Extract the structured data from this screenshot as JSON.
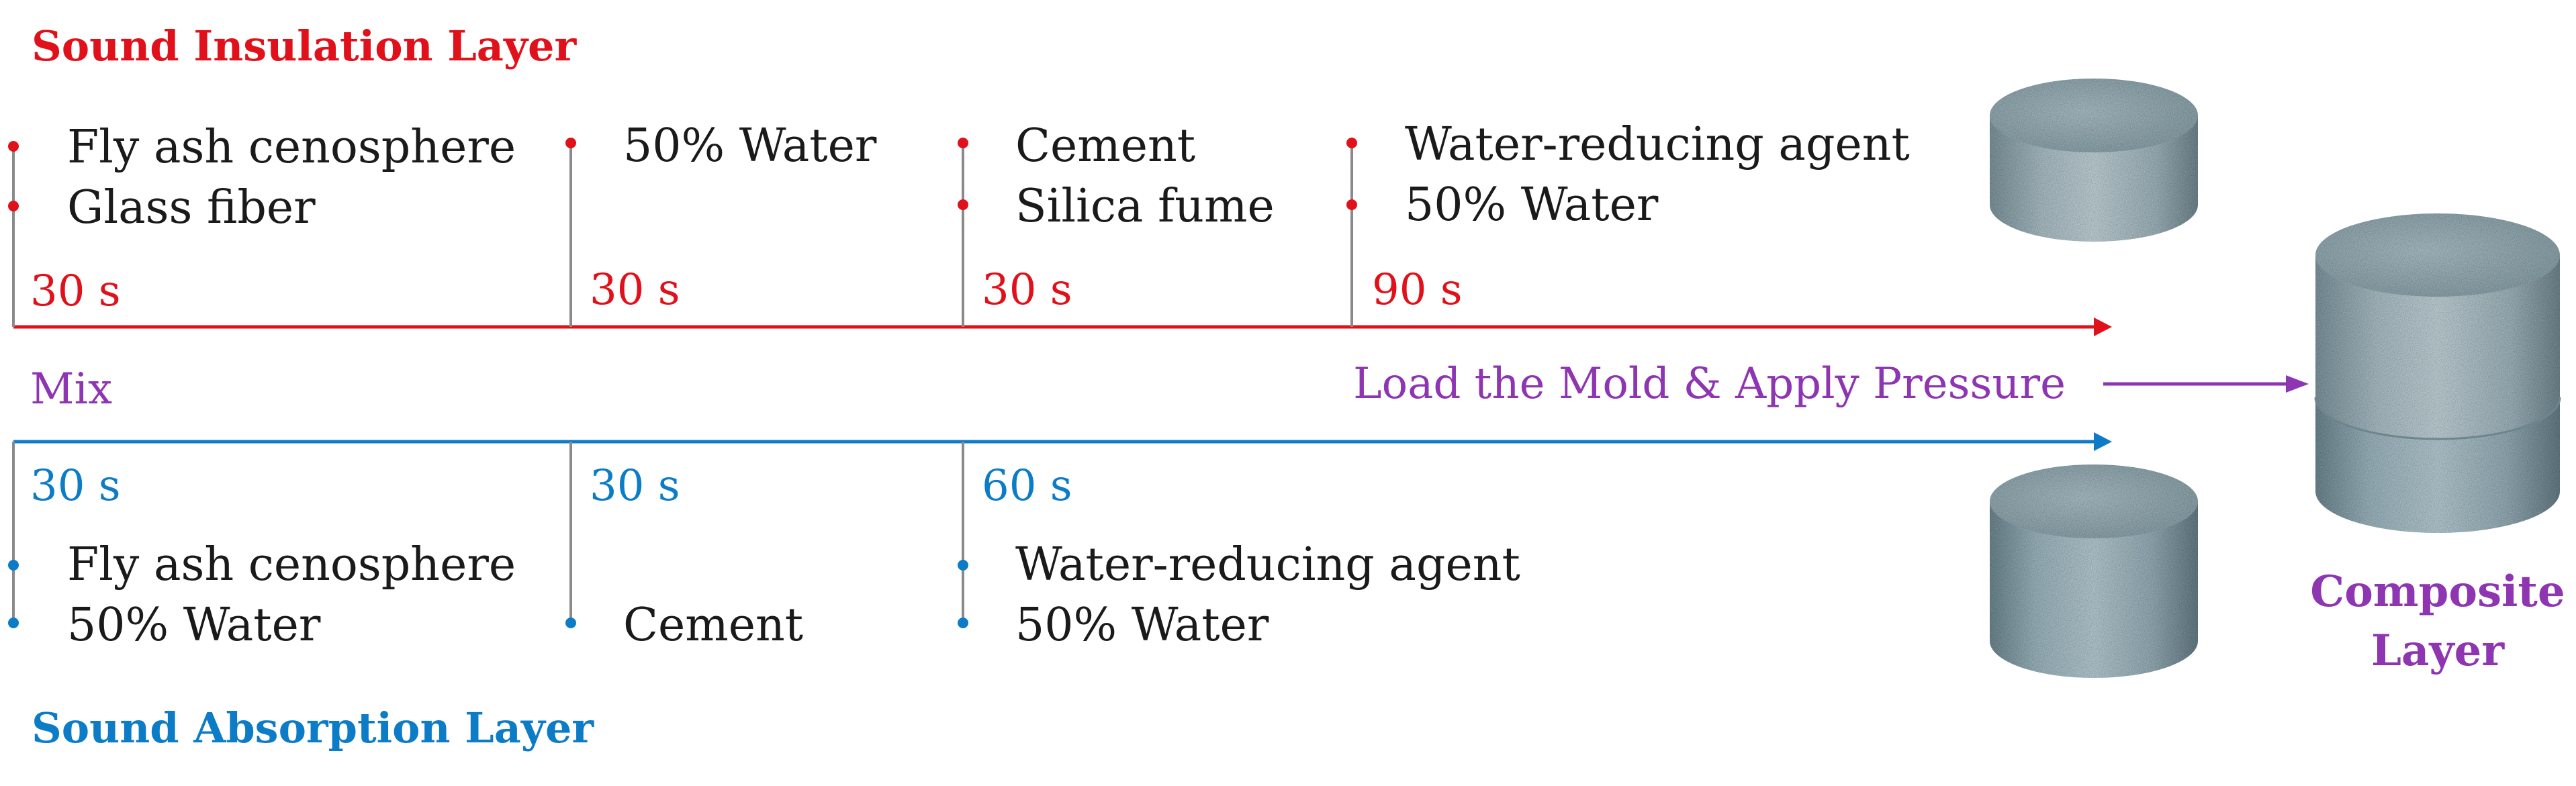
{
  "insulation": {
    "title": "Sound Insulation Layer",
    "color": "#e0111a",
    "steps": [
      {
        "items": [
          "Fly ash cenosphere",
          "Glass fiber"
        ],
        "duration": "30 s"
      },
      {
        "items": [
          "50% Water"
        ],
        "duration": "30 s"
      },
      {
        "items": [
          "Cement",
          "Silica fume"
        ],
        "duration": "30 s"
      },
      {
        "items": [
          "Water-reducing agent",
          "50% Water"
        ],
        "duration": "90 s"
      }
    ]
  },
  "absorption": {
    "title": "Sound Absorption Layer",
    "color": "#0d7cc7",
    "steps": [
      {
        "items": [
          "Fly ash cenosphere",
          "50% Water"
        ],
        "duration": "30 s"
      },
      {
        "items": [
          "Cement"
        ],
        "duration": "30 s"
      },
      {
        "items": [
          "Water-reducing agent",
          "50% Water"
        ],
        "duration": "60 s"
      }
    ]
  },
  "process": {
    "mix_label": "Mix",
    "load_label": "Load the Mold & Apply Pressure",
    "color": "#8e35b2"
  },
  "composite": {
    "line1": "Composite",
    "line2": "Layer"
  }
}
